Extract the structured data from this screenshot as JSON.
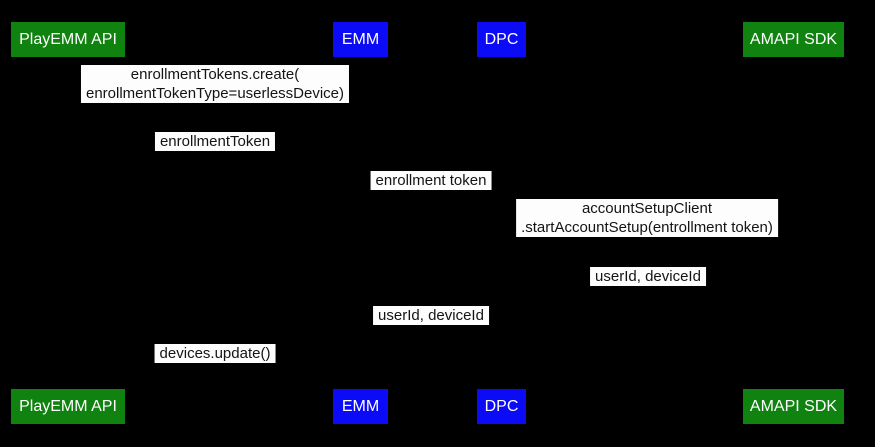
{
  "diagram": {
    "type": "sequence-diagram",
    "background": "#000000",
    "colors": {
      "green": "#0f820f",
      "blue": "#0b0bf5",
      "label_bg": "#fdfdfd",
      "label_text": "#141414",
      "actor_text": "#ffffff",
      "line": "#000000"
    },
    "participants": [
      {
        "label": "PlayEMM API",
        "color": "green"
      },
      {
        "label": "EMM",
        "color": "blue"
      },
      {
        "label": "DPC",
        "color": "blue"
      },
      {
        "label": "AMAPI SDK",
        "color": "green"
      }
    ],
    "messages": [
      {
        "from": "EMM",
        "to": "PlayEMM API",
        "lines": [
          "enrollmentTokens.create(",
          "enrollmentTokenType=userlessDevice)"
        ]
      },
      {
        "from": "PlayEMM API",
        "to": "EMM",
        "lines": [
          "enrollmentToken"
        ]
      },
      {
        "from": "EMM",
        "to": "DPC",
        "lines": [
          "enrollment token"
        ]
      },
      {
        "from": "DPC",
        "to": "AMAPI SDK",
        "lines": [
          "accountSetupClient",
          ".startAccountSetup(entrollment token)"
        ]
      },
      {
        "from": "AMAPI SDK",
        "to": "DPC",
        "lines": [
          "userId, deviceId"
        ]
      },
      {
        "from": "DPC",
        "to": "EMM",
        "lines": [
          "userId, deviceId"
        ]
      },
      {
        "from": "EMM",
        "to": "PlayEMM API",
        "lines": [
          "devices.update()"
        ]
      }
    ]
  }
}
